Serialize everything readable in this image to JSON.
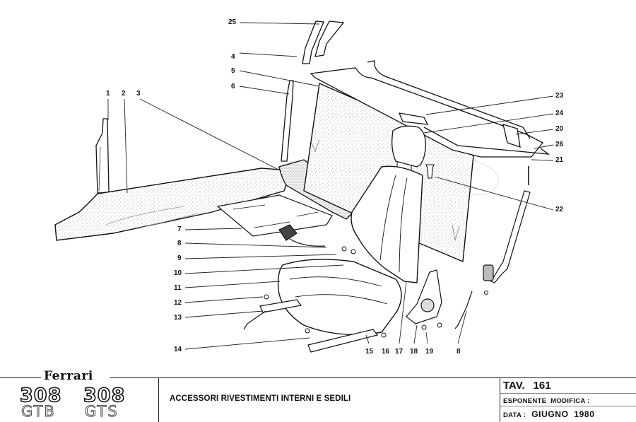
{
  "diagram": {
    "callouts": [
      {
        "id": "c1",
        "number": "1"
      },
      {
        "id": "c2",
        "number": "2"
      },
      {
        "id": "c3",
        "number": "3"
      },
      {
        "id": "c4",
        "number": "4"
      },
      {
        "id": "c5",
        "number": "5"
      },
      {
        "id": "c6",
        "number": "6"
      },
      {
        "id": "c7",
        "number": "7"
      },
      {
        "id": "c8a",
        "number": "8"
      },
      {
        "id": "c9",
        "number": "9"
      },
      {
        "id": "c10",
        "number": "10"
      },
      {
        "id": "c11",
        "number": "11"
      },
      {
        "id": "c12",
        "number": "12"
      },
      {
        "id": "c13",
        "number": "13"
      },
      {
        "id": "c14",
        "number": "14"
      },
      {
        "id": "c15",
        "number": "15"
      },
      {
        "id": "c16",
        "number": "16"
      },
      {
        "id": "c17",
        "number": "17"
      },
      {
        "id": "c18",
        "number": "18"
      },
      {
        "id": "c19",
        "number": "19"
      },
      {
        "id": "c8b",
        "number": "8"
      },
      {
        "id": "c20",
        "number": "20"
      },
      {
        "id": "c21",
        "number": "21"
      },
      {
        "id": "c22",
        "number": "22"
      },
      {
        "id": "c23",
        "number": "23"
      },
      {
        "id": "c24",
        "number": "24"
      },
      {
        "id": "c25",
        "number": "25"
      },
      {
        "id": "c26",
        "number": "26"
      }
    ]
  },
  "title_block": {
    "brand": "Ferrari",
    "models": [
      {
        "number": "308",
        "variant": "GTB"
      },
      {
        "number": "308",
        "variant": "GTS"
      }
    ],
    "description": "ACCESSORI RIVESTIMENTI INTERNI E SEDILI",
    "tav_label": "TAV.",
    "tav_number": "161",
    "esponente_label": "ESPONENTE  MODIFICA :",
    "esponente_value": "",
    "data_label": "DATA :",
    "data_value": "GIUGNO  1980"
  }
}
